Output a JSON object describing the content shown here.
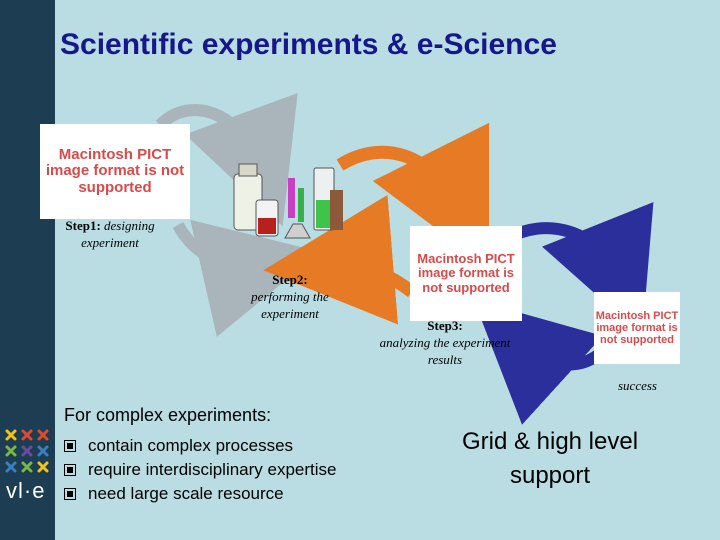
{
  "slide": {
    "title": "Scientific experiments & e-Science",
    "pict_placeholder": "Macintosh PICT image format is not supported",
    "steps": [
      {
        "label": "Step1:",
        "text": "designing experiment"
      },
      {
        "label": "Step2:",
        "text": "performing the experiment"
      },
      {
        "label": "Step3:",
        "text": "analyzing the experiment results"
      }
    ],
    "success": "success",
    "complex_title": "For complex experiments:",
    "bullets": [
      "contain complex processes",
      "require interdisciplinary expertise",
      "need large scale resource"
    ],
    "grid_text": "Grid & high level support",
    "logo_text": "vl·e"
  },
  "colors": {
    "background": "#b9dde3",
    "title": "#15178a",
    "sidebar": "#1d3d53",
    "arrow_grey": "#a9b5bb",
    "arrow_orange": "#e77b25",
    "arrow_blue": "#2b2f9c",
    "pict_text": "#d94a4a"
  }
}
